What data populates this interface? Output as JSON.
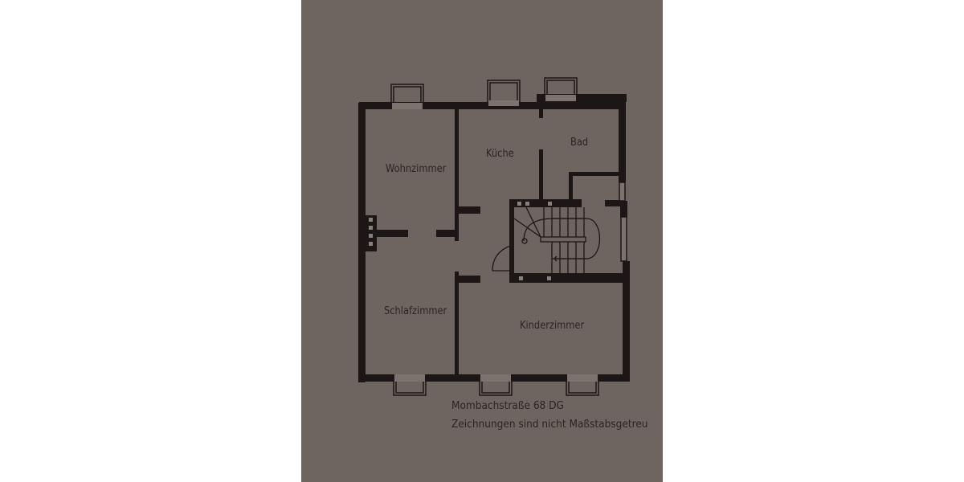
{
  "floorplan": {
    "rooms": [
      {
        "id": "wohnzimmer",
        "label": "Wohnzimmer"
      },
      {
        "id": "kueche",
        "label": "Küche"
      },
      {
        "id": "bad",
        "label": "Bad"
      },
      {
        "id": "schlafzimmer",
        "label": "Schlafzimmer"
      },
      {
        "id": "kinderzimmer",
        "label": "Kinderzimmer"
      }
    ],
    "caption": {
      "address": "Mombachstraße 68 DG",
      "note": "Zeichnungen sind nicht Maßstabsgetreu"
    },
    "colors": {
      "paper": "#6f6560",
      "wall": "#1c1716",
      "window": "#7a706b",
      "text": "#2a2422"
    }
  }
}
